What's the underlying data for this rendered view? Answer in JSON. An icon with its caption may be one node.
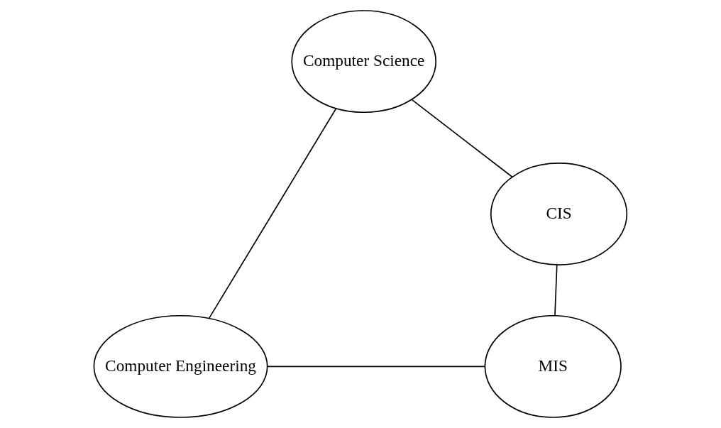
{
  "diagram": {
    "nodes": [
      {
        "text": [
          "Computer Science"
        ]
      },
      {
        "text": [
          "CIS"
        ]
      },
      {
        "text": [
          "Computer Engineering"
        ]
      },
      {
        "text": [
          "MIS"
        ]
      }
    ],
    "edges": [
      {
        "from": 0,
        "to": 1,
        "arrow": "none"
      },
      {
        "from": 1,
        "to": 3,
        "arrow": "none"
      },
      {
        "from": 0,
        "to": 2,
        "arrow": "none"
      },
      {
        "from": 2,
        "to": 3,
        "arrow": "none"
      }
    ]
  }
}
